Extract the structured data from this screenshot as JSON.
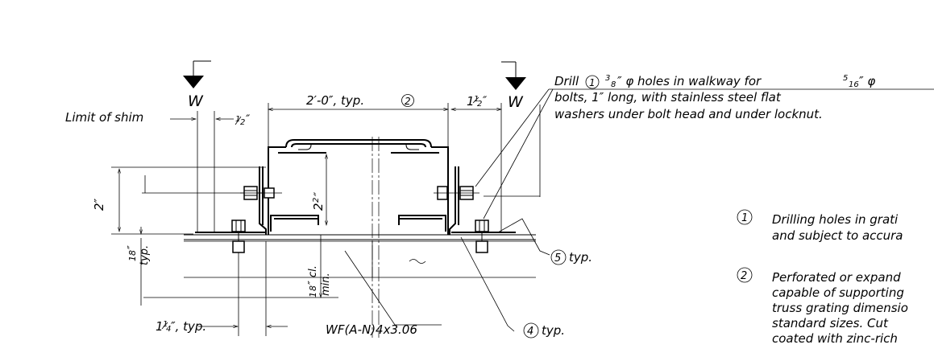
{
  "section_marks": [
    {
      "letter": "W"
    },
    {
      "letter": "W"
    }
  ],
  "dims": {
    "span_main": "2′-0″, typ.",
    "span_main_note": "2",
    "right_offset": "1",
    "right_offset_frac": "2",
    "right_offset_unit": "″",
    "left_offset": "1",
    "left_offset_frac": "2",
    "left_offset_unit": "″",
    "limit_of_shim": "Limit of shim",
    "height_left": "2″",
    "height_inner": "2",
    "height_inner_frac": "2",
    "height_inner_unit": "″",
    "left_vert_num": "1",
    "left_vert_frac": "8",
    "left_vert_unit": "″",
    "left_vert_typ": "typ.",
    "clear_num": "1",
    "clear_frac": "8",
    "clear_unit": "″ cl.",
    "clear_min": "min.",
    "bottom_left": "1",
    "bottom_left_frac": "4",
    "bottom_left_rest": "″, typ."
  },
  "labels": {
    "beam": "WF(A-N)4x3.06",
    "callout_5": "5",
    "callout_5_text": "typ.",
    "callout_4": "4",
    "callout_4_text": "typ."
  },
  "drill_note": {
    "prefix": "Drill",
    "ref": "1",
    "sup1": "3",
    "sub1": "8",
    "text1": "″ φ holes in walkway for",
    "sup2": "5",
    "sub2": "16",
    "text2": "″ φ",
    "line2": "bolts, 1″ long, with stainless steel flat",
    "line3": "washers under bolt head and under locknut."
  },
  "notes": [
    {
      "num": "1",
      "line1": "Drilling holes in grati",
      "line2": "and subject to accura"
    },
    {
      "num": "2",
      "line1": "Perforated or expand",
      "line2": "capable of supporting",
      "line3": "truss grating dimensio",
      "line4": "standard sizes.  Cut",
      "line5": "coated with zinc-rich"
    }
  ]
}
